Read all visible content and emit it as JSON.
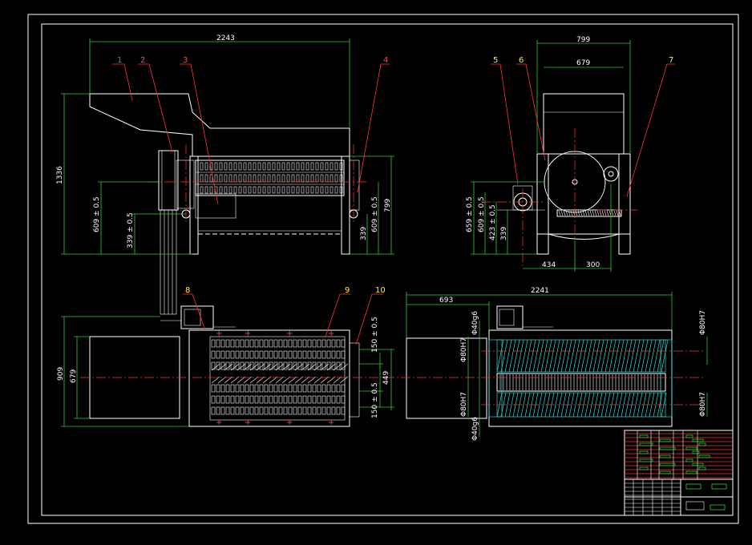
{
  "colors": {
    "background": "#000000",
    "outline": "#ffffff",
    "dimension": "#33cc33",
    "leader": "#ff3333",
    "hatch": "#22dddd"
  },
  "dims": {
    "front_width": "2243",
    "front_height": "1336",
    "front_h609_left": "609 ± 0.5",
    "front_h339_left": "339 ± 0.5",
    "front_h609_right": "609 ± 0.5",
    "front_h339_right": "339",
    "front_h799": "799",
    "side_w799": "799",
    "side_w679": "679",
    "side_h659": "659 ± 0.5",
    "side_h609": "609 ± 0.5",
    "side_h423": "423 ± 0.5",
    "side_h339": "339",
    "side_w434": "434",
    "side_w300": "300",
    "plan_h909": "909",
    "plan_h679": "679",
    "plan_v150a": "150 ± 0.5",
    "plan_v449": "449",
    "plan_v150b": "150 ± 0.5",
    "sec_w2241": "2241",
    "sec_w693": "693",
    "sec_d40a": "Φ40g6",
    "sec_d80a": "Φ80H7",
    "sec_d80b": "Φ80H7",
    "sec_d40b": "Φ40g6",
    "sec_r80a": "Φ80H7",
    "sec_r80b": "Φ80H7"
  },
  "labels": [
    "1",
    "2",
    "3",
    "4",
    "5",
    "6",
    "7",
    "8",
    "9",
    "10"
  ]
}
